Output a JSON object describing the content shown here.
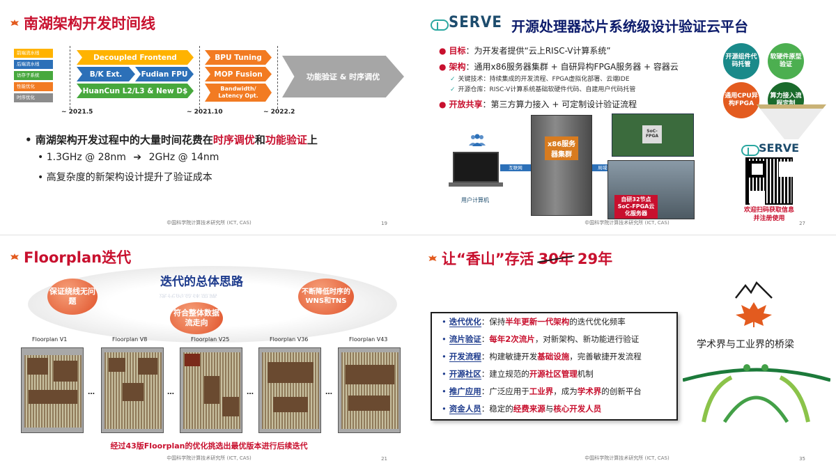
{
  "slide1": {
    "title": "南湖架构开发时间线",
    "legend": [
      {
        "label": "前端流水线",
        "color": "#ffb300"
      },
      {
        "label": "后端流水线",
        "color": "#2c70b8"
      },
      {
        "label": "访存子系统",
        "color": "#47a83d"
      },
      {
        "label": "性能优化",
        "color": "#f27b22"
      },
      {
        "label": "时序优化",
        "color": "#8c8c8c"
      }
    ],
    "arrows": {
      "frontend": "Decoupled Frontend",
      "bk": "B/K Ext.",
      "fudian": "Fudian FPU",
      "huancun": "HuanCun L2/L3 & New D$",
      "bpu": "BPU Tuning",
      "mop": "MOP Fusion",
      "bandwidth_1": "Bandwidth/",
      "bandwidth_2": "Latency Opt.",
      "final": "功能验证 & 时序调优"
    },
    "dates": [
      "~ 2021.5",
      "~ 2021.10",
      "~ 2022.2"
    ],
    "bullet_main": {
      "pre": "南湖架构开发过程中的大量时间花费在",
      "k1": "时序调优",
      "mid": "和",
      "k2": "功能验证",
      "post": "上"
    },
    "bullet_sub1_left": "1.3GHz @ 28nm",
    "bullet_sub1_arrow": "➔",
    "bullet_sub1_right": "2GHz @ 14nm",
    "bullet_sub2": "高复杂度的新架构设计提升了验证成本",
    "footer": "中国科学院计算技术研究所 (ICT, CAS)",
    "page": "19"
  },
  "slide2": {
    "logo": "SERVE",
    "title": "开源处理器芯片系统级设计验证云平台",
    "goal_k": "目标",
    "goal_v": "：为开发者提供“云上RISC-V计算系统”",
    "arch_k": "架构",
    "arch_v": "：通用x86服务器集群 + 自研异构FPGA服务器 + 容器云",
    "sub1": "关键技术：持续集成的开发流程、FPGA虚拟化部署、云端IDE",
    "sub2": "开源仓库：RISC-V计算系统基础软硬件代码、自建用户代码托管",
    "share_k": "开放共享",
    "share_v": "：第三方算力接入 + 可定制设计验证流程",
    "rack_label": "x86服务器集群",
    "fpga_chip": "SoC-FPGA",
    "fpga_rack_label": "自研32节点SoC-FPGA云化服务器",
    "net1": "互联网",
    "net2": "局域网",
    "user_label": "用户计算机",
    "circles": [
      {
        "label": "开源组件代码托管",
        "color": "#1a8a8a"
      },
      {
        "label": "软硬件原型验证",
        "color": "#4caf50"
      },
      {
        "label": "通用CPU异构FPGA",
        "color": "#e35b1f"
      },
      {
        "label": "算力接入流程定制",
        "color": "#1a6b2c"
      }
    ],
    "logo2": "SERVE",
    "qr_caption_1": "欢迎扫码获取信息",
    "qr_caption_2": "并注册使用",
    "footer": "中国科学院计算技术研究所 (ICT, CAS)",
    "page": "27"
  },
  "slide3": {
    "title": "Floorplan迭代",
    "center_title": "迭代的总体思路",
    "bubbles": [
      "保证绕线无问题",
      "符合整体数据流走向",
      "不断降低时序的WNS和TNS"
    ],
    "versions": [
      "Floorplan V1",
      "Floorplan V8",
      "Floorplan V25",
      "Floorplan V36",
      "Floorplan V43"
    ],
    "ellipsis": "…",
    "caption": "经过43版Floorplan的优化挑选出最优版本进行后续迭代",
    "footer": "中国科学院计算技术研究所 (ICT, CAS)",
    "page": "21"
  },
  "slide4": {
    "title_pre": "让“香山”存活",
    "title_strike": "30年",
    "title_post": "29年",
    "rows": [
      {
        "k": "迭代优化",
        "pre": "：保持",
        "hl": "半年更新一代架构",
        "post": "的迭代优化频率"
      },
      {
        "k": "流片验证",
        "pre": "：",
        "hl": "每年2次流片",
        "post": "，对新架构、新功能进行验证"
      },
      {
        "k": "开发流程",
        "pre": "：构建敏捷开发",
        "hl": "基础设施",
        "post": "，完善敏捷开发流程"
      },
      {
        "k": "开源社区",
        "pre": "：建立规范的",
        "hl": "开源社区管理",
        "post": "机制"
      },
      {
        "k": "推广应用",
        "pre": "：广泛应用于",
        "hl": "工业界",
        "post": "，成为",
        "hl2": "学术界",
        "post2": "的创新平台"
      },
      {
        "k": "资金人员",
        "pre": "：稳定的",
        "hl": "经费来源",
        "post": "与",
        "hl2": "核心开发人员",
        "post2": ""
      }
    ],
    "bridge_text": "学术界与工业界的桥梁",
    "footer": "中国科学院计算技术研究所 (ICT, CAS)",
    "page": "35"
  }
}
